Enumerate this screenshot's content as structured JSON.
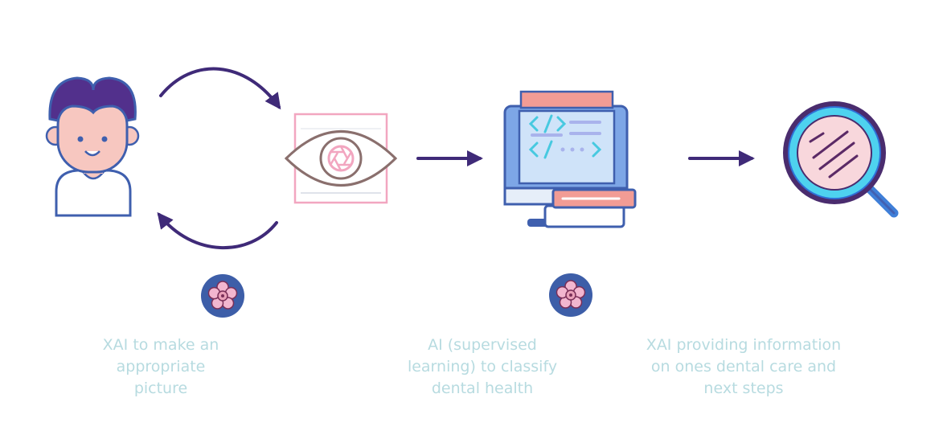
{
  "captions": {
    "left": [
      "XAI to make an",
      "appropriate",
      "picture"
    ],
    "middle": [
      "AI (supervised",
      "learning) to classify",
      "dental health"
    ],
    "right": [
      "XAI providing information",
      "on ones dental care and",
      "next steps"
    ]
  },
  "colors": {
    "arrow": "#3f2a78",
    "outline": "#3f5fae",
    "hair": "#52308c",
    "skin": "#f7c7c0",
    "pink": "#f2a6c0",
    "eye_stroke": "#8a6f6d",
    "monitor": "#7da6e6",
    "screen": "#cfe3f9",
    "code": "#47c9e0",
    "books": "#f29c95",
    "lens": "#4ed2ef",
    "lens_ring": "#4a2c6e",
    "handle": "#3f7fd8",
    "badge": "#3d5ea8",
    "flower": "#f2b6cf",
    "caption_text": "#b7dbe0"
  },
  "icons": [
    "person-icon",
    "eye-icon",
    "computer-icon",
    "magnifier-icon",
    "flower-badge-icon",
    "flower-badge-icon"
  ]
}
